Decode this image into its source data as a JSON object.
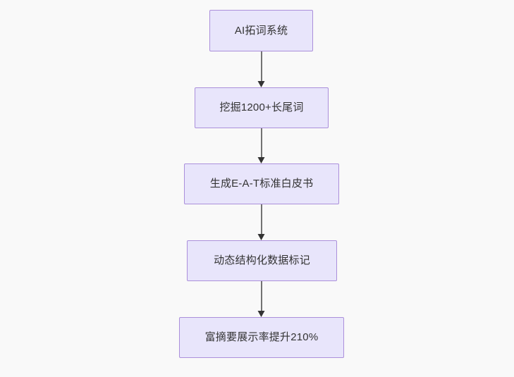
{
  "diagram": {
    "type": "flowchart",
    "direction": "top-to-bottom",
    "background_color": "#f9f9f9",
    "node_fill_color": "#e8e5fb",
    "node_border_color": "#ab8fdb",
    "node_text_color": "#333333",
    "edge_line_color": "#737373",
    "edge_arrow_color": "#333333",
    "nodes": [
      {
        "id": "n0",
        "label": "AI拓词系统"
      },
      {
        "id": "n1",
        "label": "挖掘1200+长尾词"
      },
      {
        "id": "n2",
        "label": "生成E-A-T标准白皮书"
      },
      {
        "id": "n3",
        "label": "动态结构化数据标记"
      },
      {
        "id": "n4",
        "label": "富摘要展示率提升210%"
      }
    ],
    "edges": [
      {
        "id": "e0",
        "from": "n0",
        "to": "n1",
        "label": ""
      },
      {
        "id": "e1",
        "from": "n1",
        "to": "n2",
        "label": ""
      },
      {
        "id": "e2",
        "from": "n2",
        "to": "n3",
        "label": ""
      },
      {
        "id": "e3",
        "from": "n3",
        "to": "n4",
        "label": ""
      }
    ]
  }
}
